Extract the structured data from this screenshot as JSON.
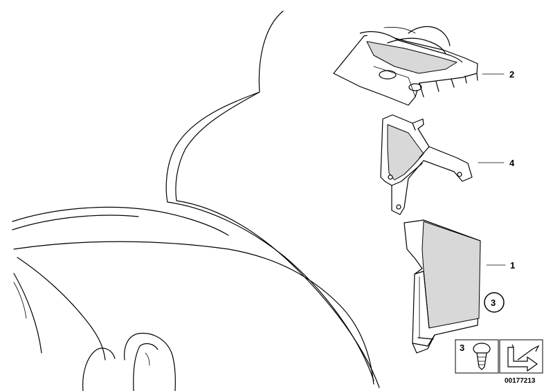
{
  "callouts": {
    "part_2": "2",
    "part_4": "4",
    "part_1": "1",
    "part_3_circle": "3"
  },
  "legend": {
    "item_number": "3",
    "icon_left": "clip-fastener-icon",
    "icon_right": "right-angle-arrow-icon"
  },
  "diagram_id": "00177213"
}
